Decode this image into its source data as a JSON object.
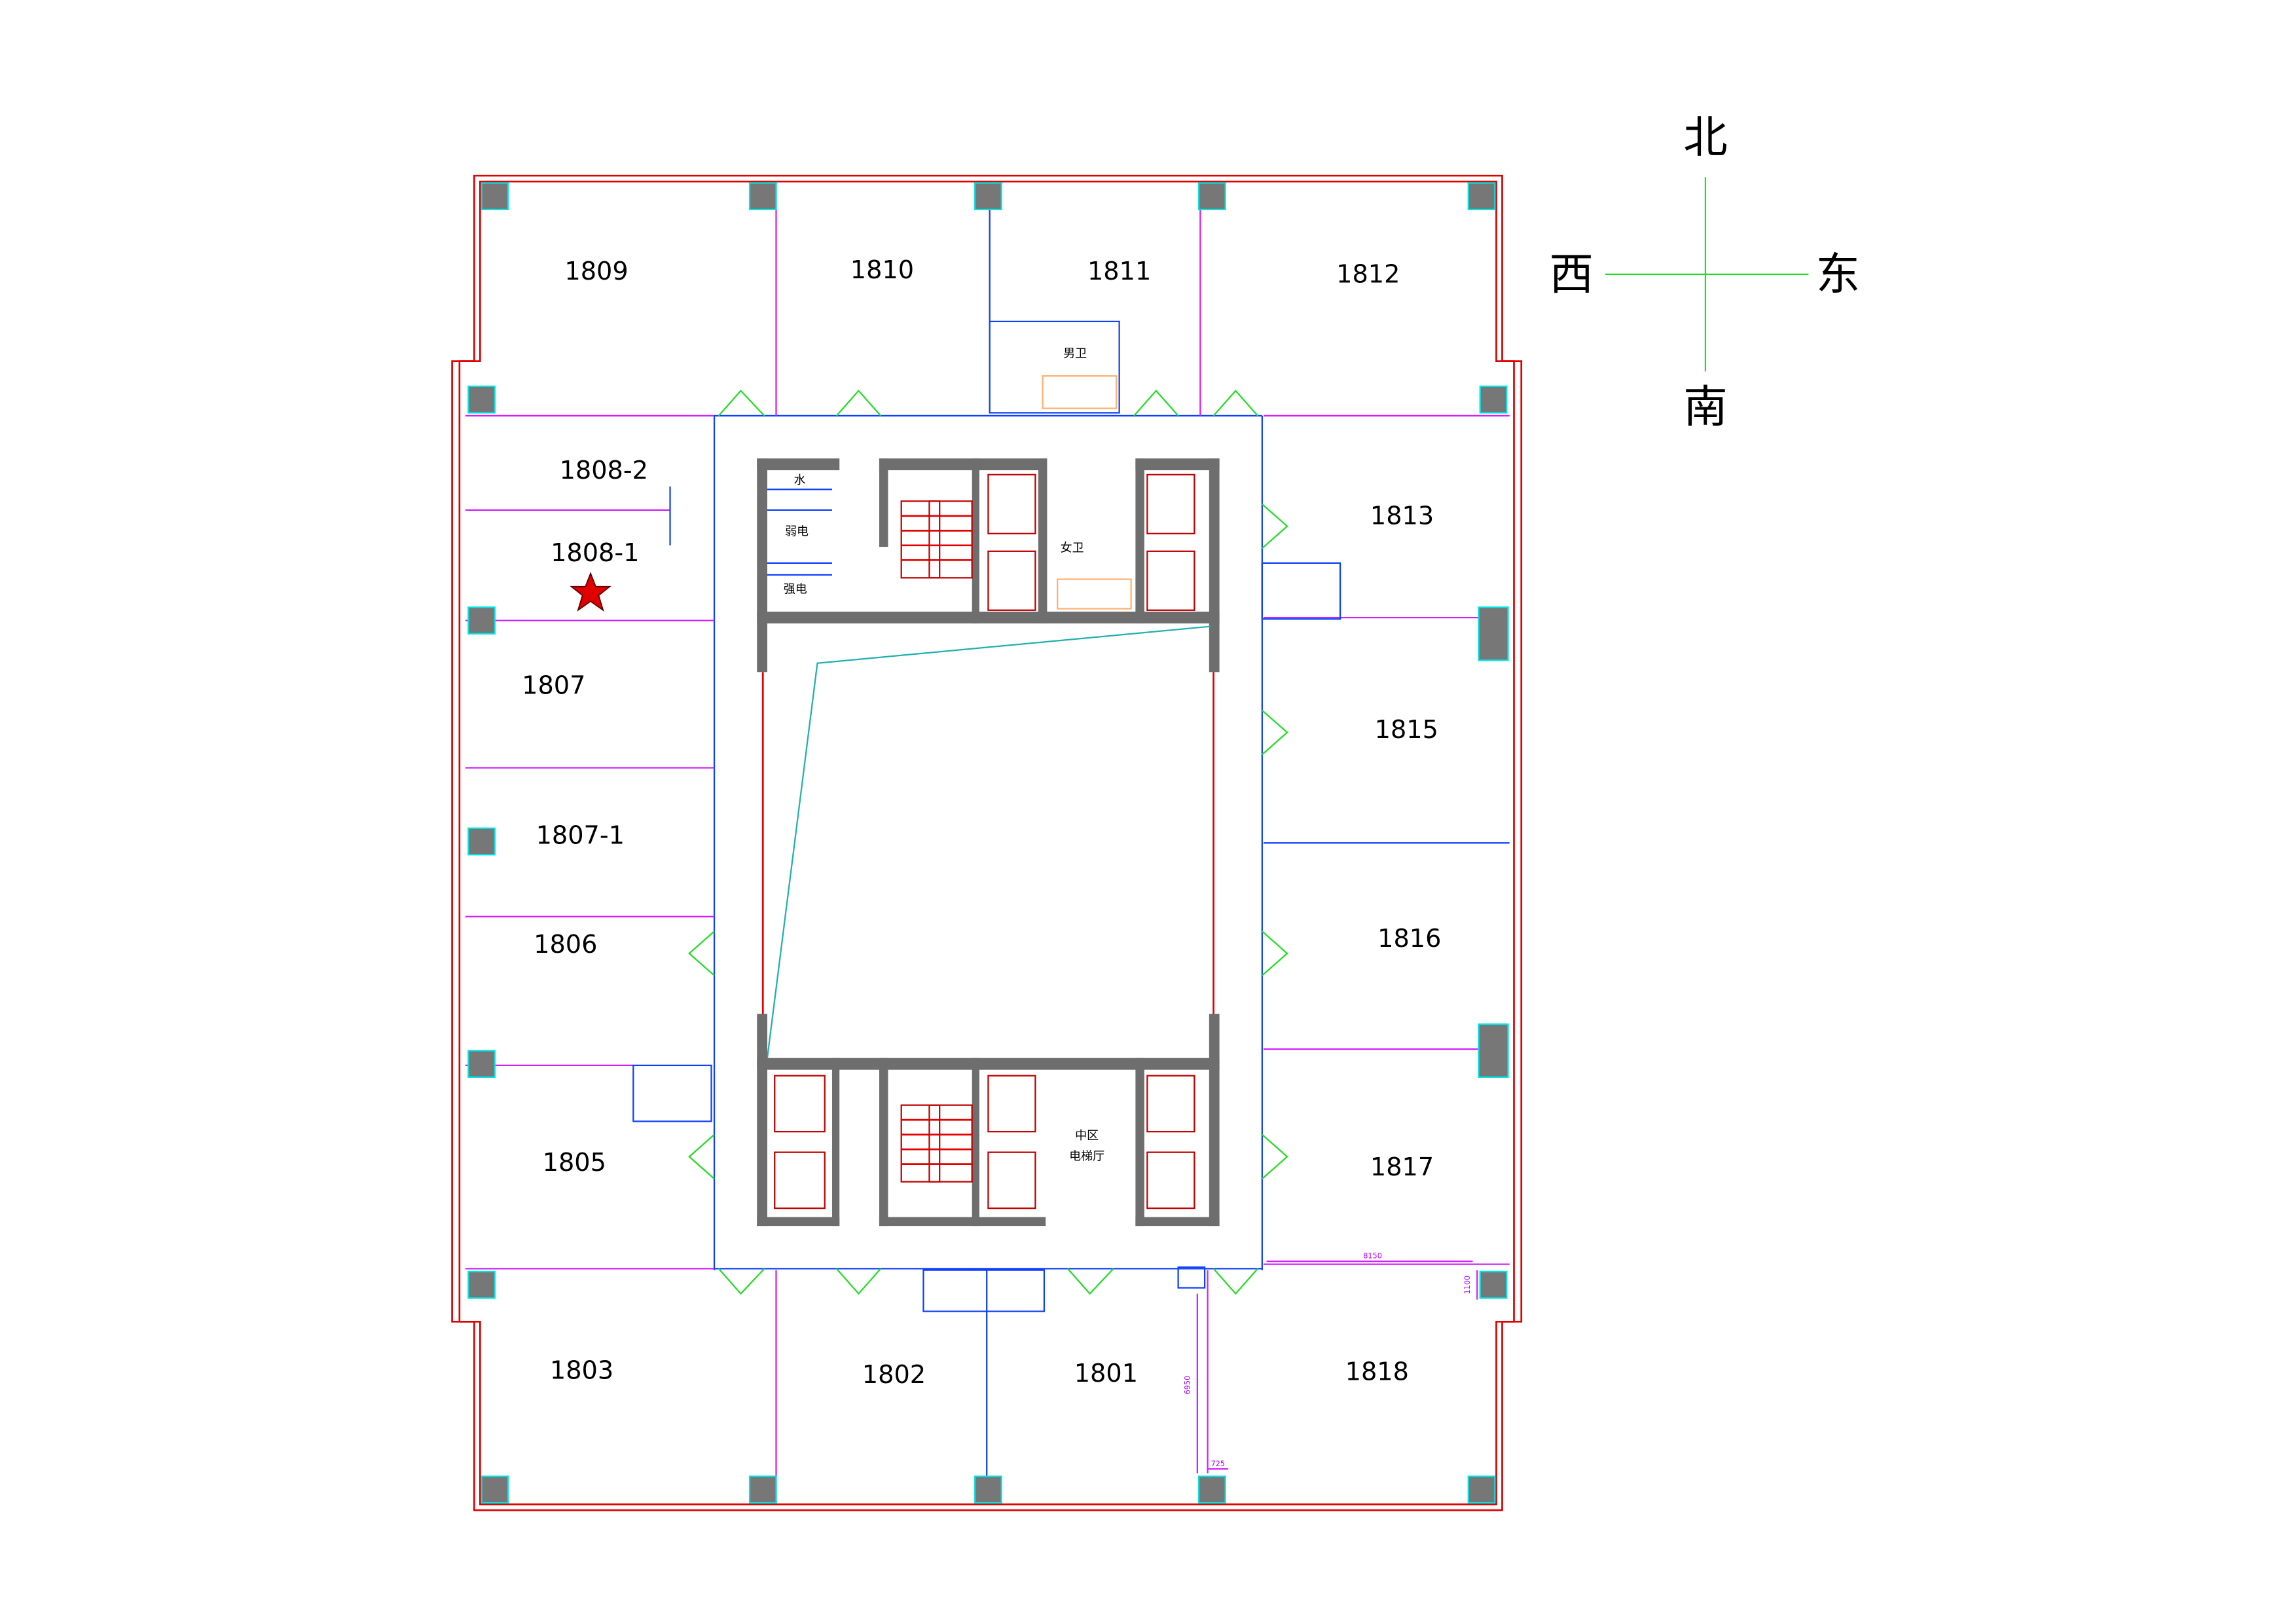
{
  "rooms": [
    "1809",
    "1810",
    "1811",
    "1812",
    "1808-2",
    "1808-1",
    "1807",
    "1807-1",
    "1806",
    "1805",
    "1803",
    "1802",
    "1801",
    "1818",
    "1817",
    "1816",
    "1815",
    "1813"
  ],
  "core_labels": {
    "water": "水",
    "weak_power": "弱电",
    "strong_power": "强电",
    "womens_restroom": "女卫",
    "mens_restroom": "男卫",
    "elevator_hall_line1": "中区",
    "elevator_hall_line2": "电梯厅"
  },
  "dimensions": {
    "width_1818": "8150",
    "offset_1818": "1100",
    "depth_1818": "6950",
    "wall_gap": "725"
  },
  "compass": {
    "north": "北",
    "south": "南",
    "east": "东",
    "west": "西"
  },
  "marker": {
    "room": "1808-1",
    "color": "#e00000"
  },
  "colors": {
    "outer_wall": "#e00000",
    "partition": "#d020ff",
    "corridor_wall": "#1040ff",
    "door": "#22dd22",
    "column": "#777777"
  }
}
